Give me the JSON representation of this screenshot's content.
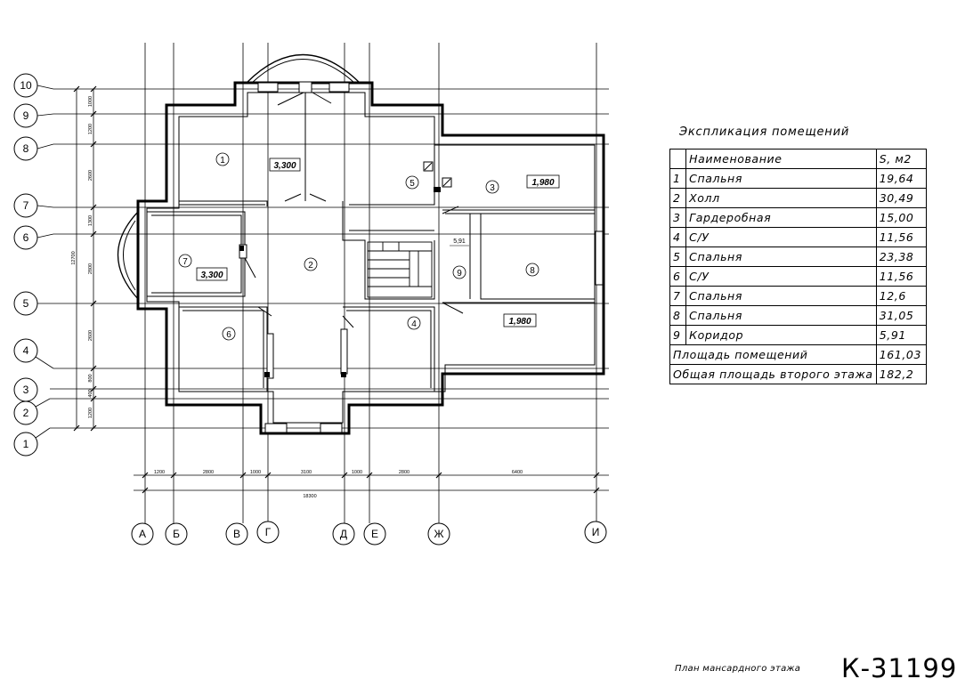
{
  "plan": {
    "row_axes": [
      "10",
      "9",
      "8",
      "7",
      "6",
      "5",
      "4",
      "3",
      "2",
      "1"
    ],
    "col_axes": [
      "А",
      "Б",
      "В",
      "Г",
      "Д",
      "Е",
      "Ж",
      "И"
    ],
    "room_numbers": [
      "1",
      "2",
      "3",
      "4",
      "5",
      "6",
      "7",
      "8",
      "9"
    ],
    "ceiling_heights": [
      "3,300",
      "3,300",
      "1,980",
      "1,980"
    ],
    "corridor_area": "5,91",
    "dims_bottom": [
      "1200",
      "2800",
      "1000",
      "3100",
      "1000",
      "2800",
      "6400"
    ],
    "dim_total_bottom": "18300",
    "dims_left": [
      "1000",
      "1200",
      "2600",
      "1300",
      "2800",
      "2600",
      "800",
      "400",
      "1200"
    ],
    "dim_total_left": "12700"
  },
  "explication": {
    "title": "Экспликация помещений",
    "header": {
      "name": "Наименование",
      "area": "S, м2"
    },
    "rows": [
      {
        "num": "1",
        "name": "Спальня",
        "area": "19,64"
      },
      {
        "num": "2",
        "name": "Холл",
        "area": "30,49"
      },
      {
        "num": "3",
        "name": "Гардеробная",
        "area": "15,00"
      },
      {
        "num": "4",
        "name": "С/У",
        "area": "11,56"
      },
      {
        "num": "5",
        "name": "Спальня",
        "area": "23,38"
      },
      {
        "num": "6",
        "name": "С/У",
        "area": "11,56"
      },
      {
        "num": "7",
        "name": "Спальня",
        "area": "12,6"
      },
      {
        "num": "8",
        "name": "Спальня",
        "area": "31,05"
      },
      {
        "num": "9",
        "name": "Коридор",
        "area": "5,91"
      }
    ],
    "total_rooms": {
      "label": "Площадь помещений",
      "area": "161,03"
    },
    "total_floor": {
      "label": "Общая площадь второго этажа",
      "area": "182,2"
    }
  },
  "caption": "План мансардного этажа",
  "project_code": "К-31199"
}
